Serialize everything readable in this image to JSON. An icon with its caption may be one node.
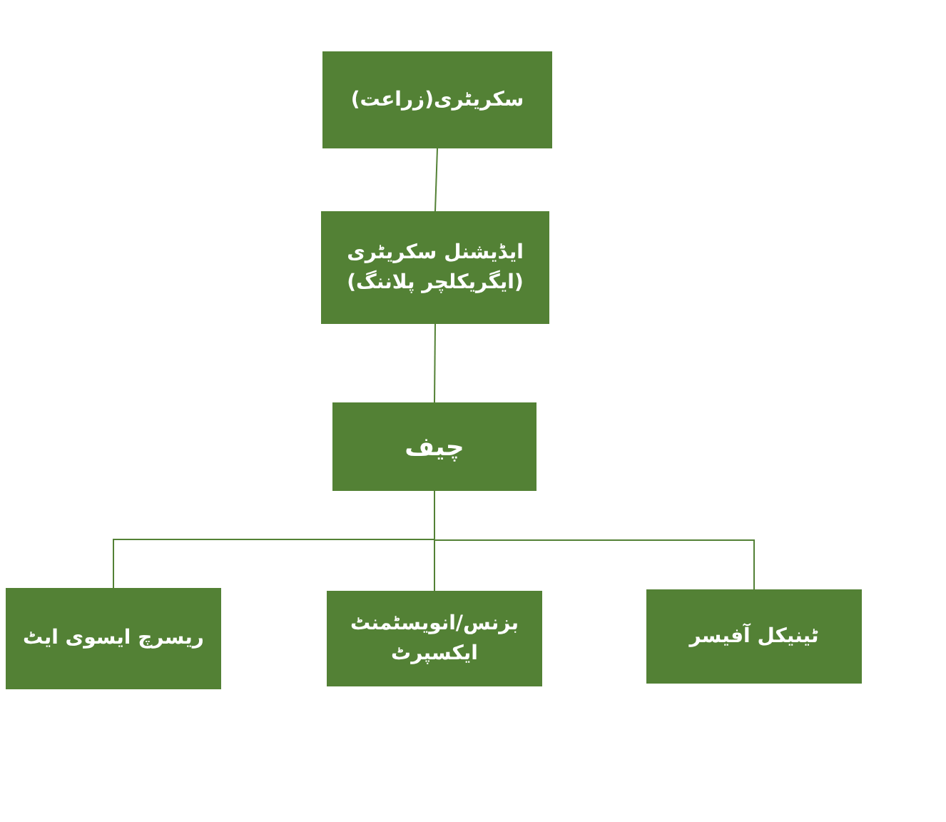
{
  "diagram": {
    "nodes": [
      {
        "text": [
          "سکریٹری(زراعت)"
        ]
      },
      {
        "text": [
          "ایڈیشنل سکریٹری (ایگریکلچر پلاننگ)"
        ]
      },
      {
        "text": [
          "چیف"
        ]
      },
      {
        "text": [
          "ریسرچ ایسوی ایٹ"
        ]
      },
      {
        "text": [
          "بزنس/انویسٹمنٹ ایکسپرٹ"
        ]
      },
      {
        "text": [
          "ٹینیکل آفیسر"
        ]
      }
    ],
    "edges": [
      {
        "from": 0,
        "to": 1,
        "arrow": "none"
      },
      {
        "from": 1,
        "to": 2,
        "arrow": "none"
      },
      {
        "from": 2,
        "to": 3,
        "arrow": "none"
      },
      {
        "from": 2,
        "to": 4,
        "arrow": "none"
      },
      {
        "from": 2,
        "to": 5,
        "arrow": "none"
      }
    ]
  }
}
